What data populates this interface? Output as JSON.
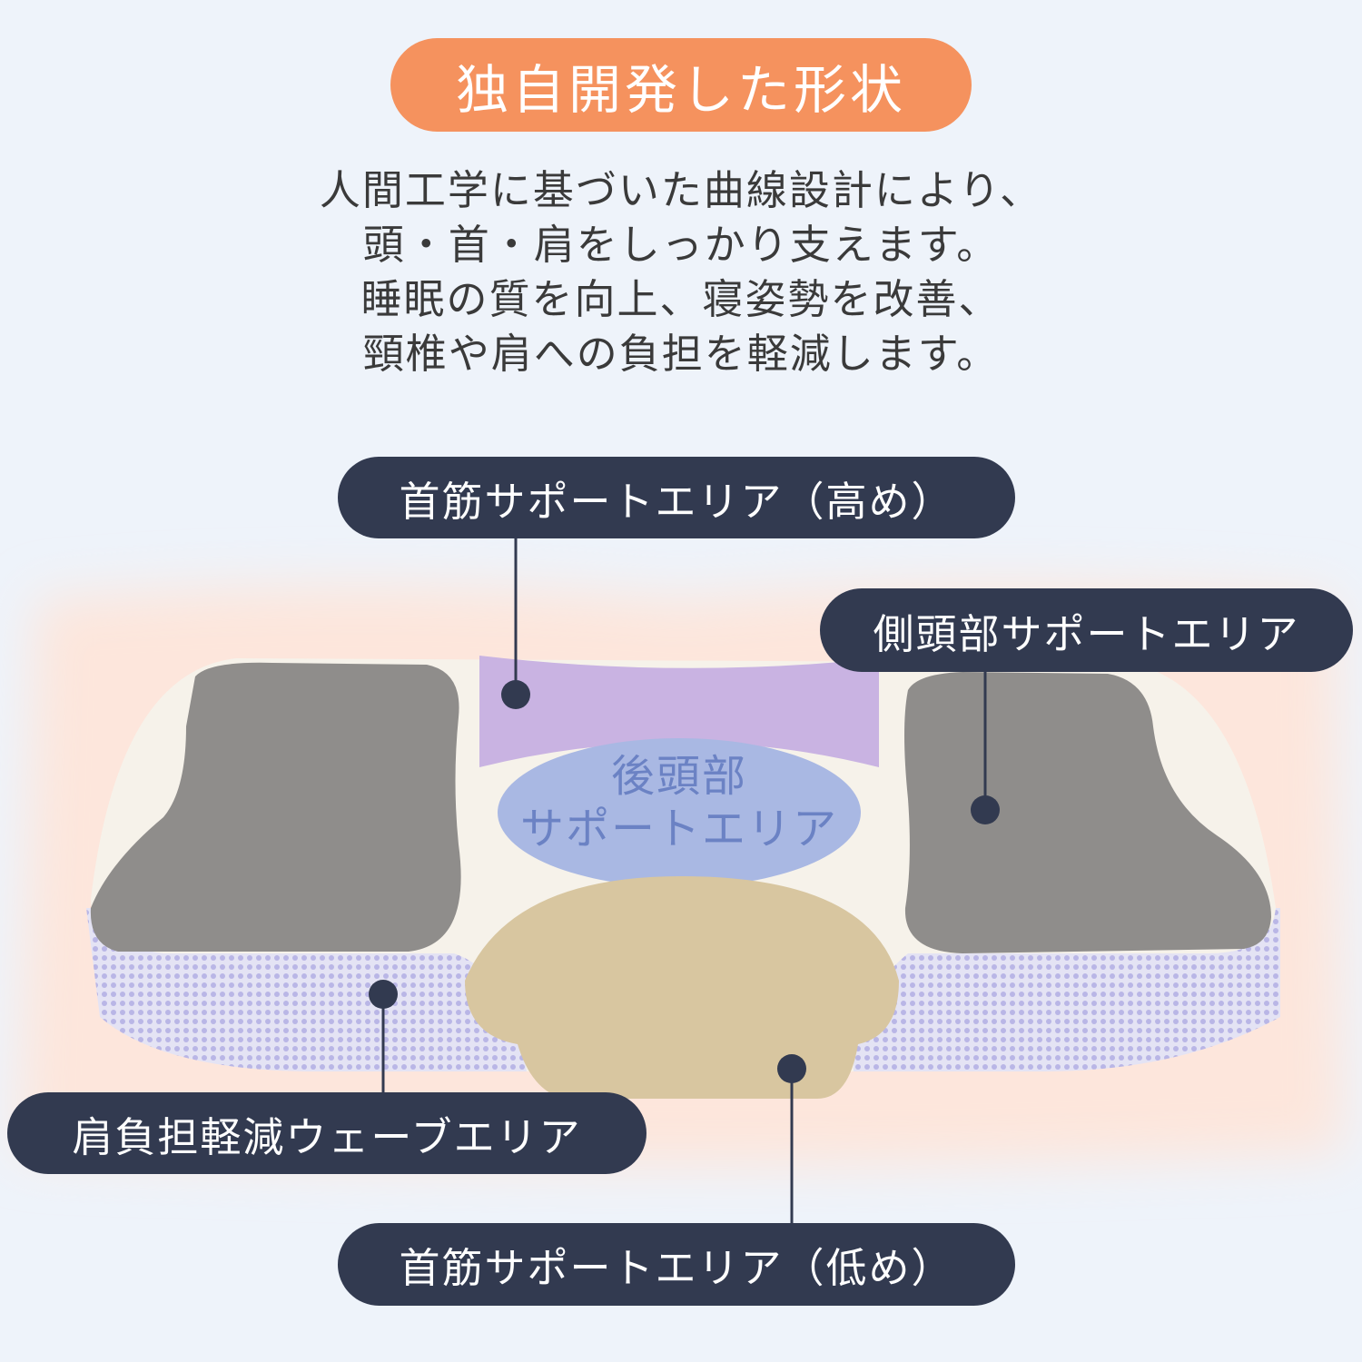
{
  "title": "独自開発した形状",
  "description": [
    "人間工学に基づいた曲線設計により、",
    "頭・首・肩をしっかり支えます。",
    "睡眠の質を向上、寝姿勢を改善、",
    "頸椎や肩への負担を軽減します。"
  ],
  "labels": {
    "neck_high": "首筋サポートエリア（高め）",
    "side_head": "側頭部サポートエリア",
    "shoulder_wave": "肩負担軽減ウェーブエリア",
    "neck_low": "首筋サポートエリア（低め）"
  },
  "center_area": {
    "line1": "後頭部",
    "line2": "サポートエリア"
  },
  "colors": {
    "background": "#eef3fa",
    "accent": "#f5925e",
    "label_bg": "#323a50",
    "neck_high_area": "#c9b3e2",
    "back_head_area": "#a9b8e3",
    "neck_low_area": "#d8c6a0",
    "side_area": "#8f8d8b"
  }
}
